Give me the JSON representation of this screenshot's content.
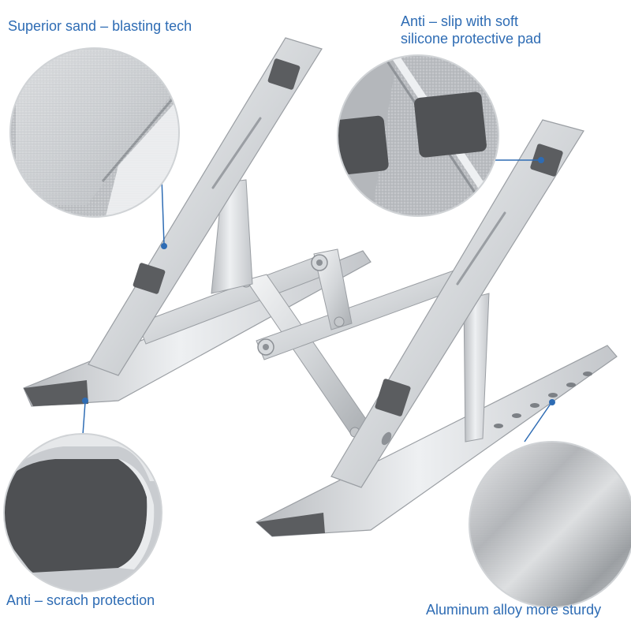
{
  "captions": {
    "sand_blasting": "Superior sand – blasting tech",
    "anti_slip_line1": "Anti – slip with soft",
    "anti_slip_line2": "silicone protective pad",
    "anti_scratch": "Anti – scrach protection",
    "aluminum": "Aluminum alloy more sturdy"
  },
  "colors": {
    "caption_text": "#2e6cb4",
    "callout_line": "#2e6cb4",
    "metal_light": "#eef0f2",
    "metal_mid": "#c9ccd0",
    "metal_dark": "#9a9ea3",
    "pad": "#555759",
    "background": "#ffffff"
  }
}
